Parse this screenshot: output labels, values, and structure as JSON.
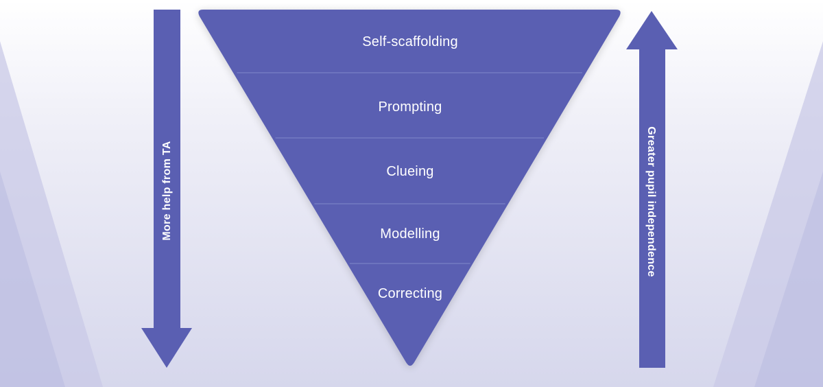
{
  "levels": [
    {
      "label": "Self-scaffolding"
    },
    {
      "label": "Prompting"
    },
    {
      "label": "Clueing"
    },
    {
      "label": "Modelling"
    },
    {
      "label": "Correcting"
    }
  ],
  "left_arrow": {
    "label": "More help from TA",
    "direction": "down"
  },
  "right_arrow": {
    "label": "Greater pupil independence",
    "direction": "up"
  },
  "colors": {
    "primary": "#5a5fb2",
    "divider": "#7a7fc6",
    "background_light": "#f3f3f9",
    "background_mid": "#dcdcef",
    "background_shape": "#c4c6e6"
  }
}
